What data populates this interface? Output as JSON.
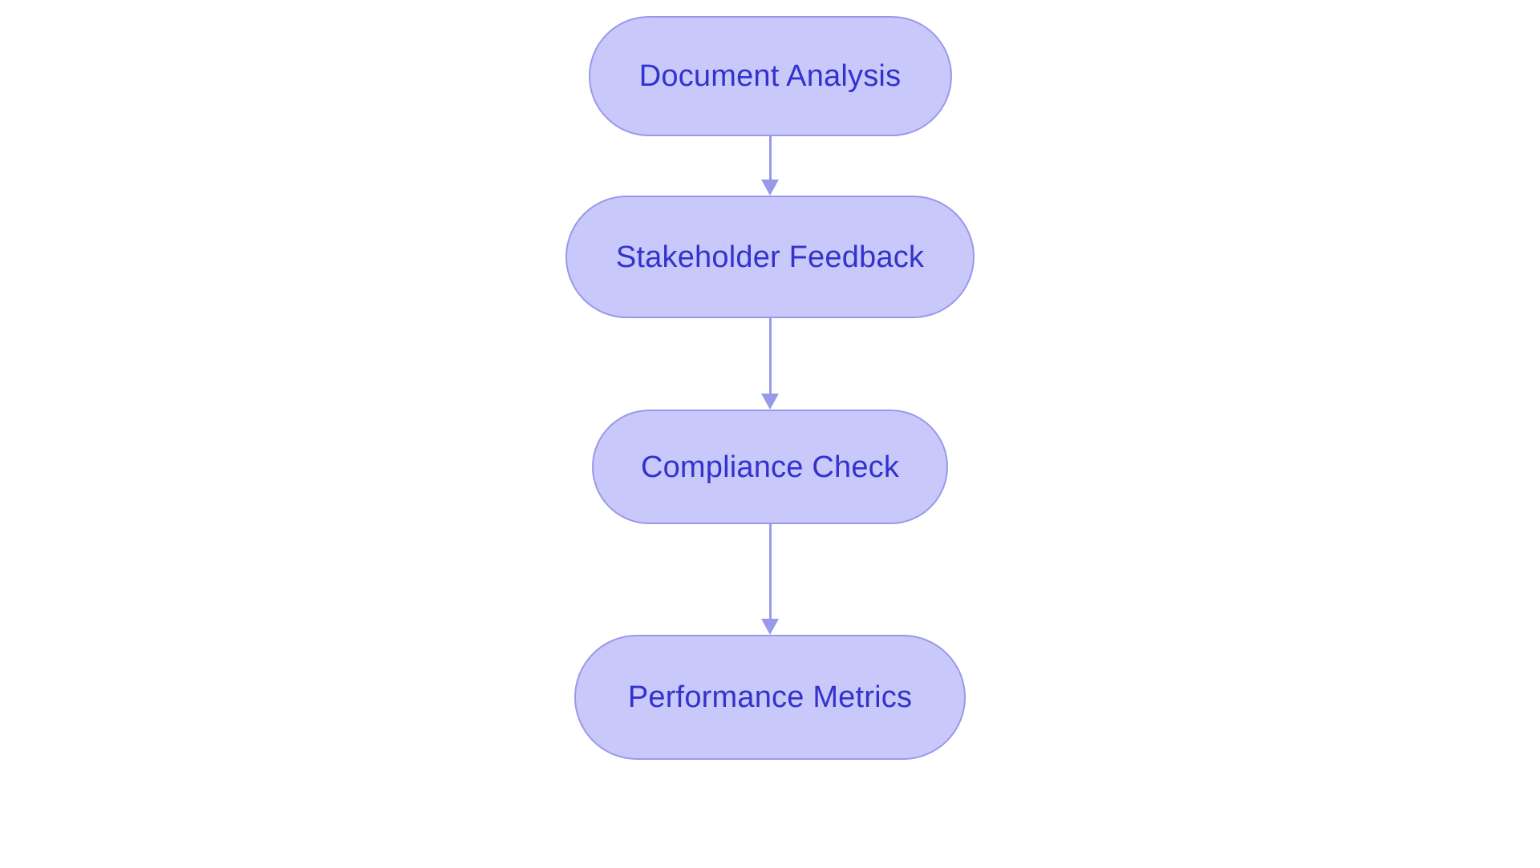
{
  "diagram": {
    "type": "flowchart",
    "orientation": "top-to-bottom",
    "background_color": "#ffffff",
    "node_fill_color": "#c8c8fa",
    "node_border_color": "#9999ea",
    "node_text_color": "#3333cc",
    "connector_color": "#9999ea",
    "nodes": [
      {
        "id": "node-1",
        "label": "Document Analysis"
      },
      {
        "id": "node-2",
        "label": "Stakeholder Feedback"
      },
      {
        "id": "node-3",
        "label": "Compliance Check"
      },
      {
        "id": "node-4",
        "label": "Performance Metrics"
      }
    ],
    "edges": [
      {
        "id": "edge-1",
        "from": "node-1",
        "to": "node-2",
        "label": "",
        "arrow": "down-arrow"
      },
      {
        "id": "edge-2",
        "from": "node-2",
        "to": "node-3",
        "label": "",
        "arrow": "down-arrow"
      },
      {
        "id": "edge-3",
        "from": "node-3",
        "to": "node-4",
        "label": "",
        "arrow": "down-arrow"
      }
    ]
  }
}
